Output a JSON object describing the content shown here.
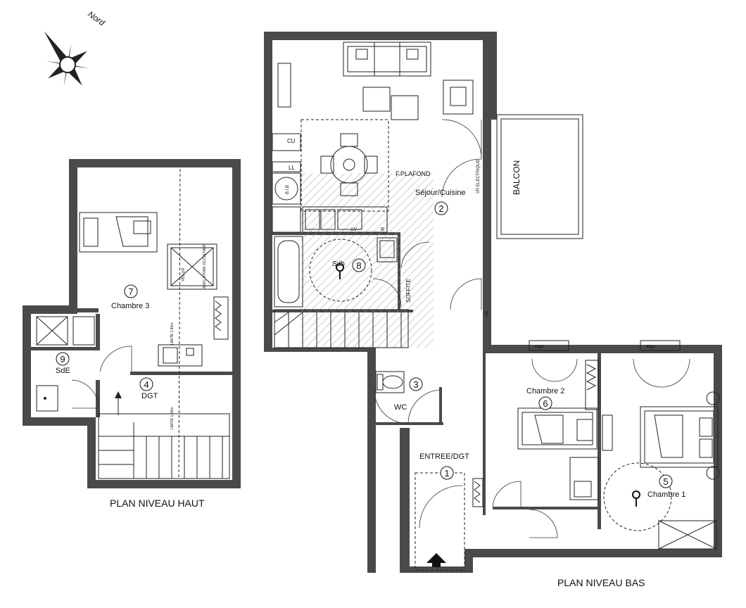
{
  "compass": {
    "label": "Nord"
  },
  "plans": {
    "haut": {
      "title": "PLAN NIVEAU HAUT"
    },
    "bas": {
      "title": "PLAN NIVEAU BAS"
    }
  },
  "rooms": [
    {
      "num": "1",
      "name": "ENTREE/DGT"
    },
    {
      "num": "2",
      "name": "Séjour/Cuisine"
    },
    {
      "num": "3",
      "name": "WC"
    },
    {
      "num": "4",
      "name": "DGT"
    },
    {
      "num": "5",
      "name": "Chambre 1"
    },
    {
      "num": "6",
      "name": "Chambre 2"
    },
    {
      "num": "7",
      "name": "Chambre 3"
    },
    {
      "num": "8",
      "name": "Sdb"
    },
    {
      "num": "9",
      "name": "SdE"
    }
  ],
  "annotations": {
    "balcon": "BALCON",
    "fplafond": "F.PLAFOND",
    "soffite": "SOFFITE",
    "vr_electrique": "VR ELECTRIQUE",
    "vr": "VR",
    "fav1": "FAV",
    "fav2": "FAV",
    "cu": "CU",
    "ll": "LL",
    "lv": "LV",
    "r": "R",
    "bib": "B.I.B",
    "velux": "VELUX",
    "store": "AVEC STORE OCCULTANT",
    "limite1": "LIMITE 1.80m",
    "limite2": "LIMITE 1.80m"
  }
}
